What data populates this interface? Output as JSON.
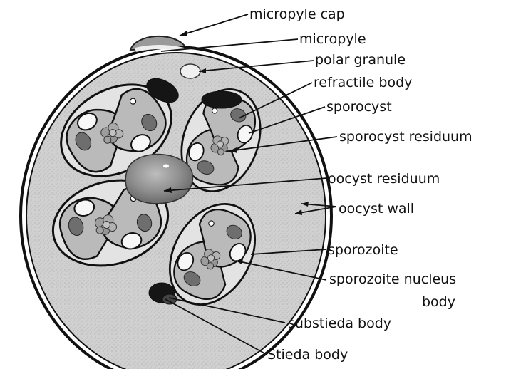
{
  "labels": {
    "micropyle_cap": "micropyle  cap",
    "micropyle": "micropyle",
    "polar_granule": "polar granule",
    "refractile_body": "refractile body",
    "sporocyst": "sporocyst",
    "sporocyst_residuum": "sporocyst residuum",
    "oocyst_residuum": "oocyst residuum",
    "oocyst_wall": "oocyst wall",
    "sporozoite": "sporozoite",
    "sporozoite_nucleus_line1": "sporozoite nucleus",
    "sporozoite_nucleus_line2": "body",
    "substieda_body": "substieda body",
    "stieda_body": "Stieda body"
  },
  "colors": {
    "outline": "#111111",
    "oocyst_fill": "#d2d2d2",
    "sporocyst_fill": "#e3e3e3",
    "sporozoite_fill": "#b9b9b9",
    "nucleus_fill": "#6e6e6e",
    "residuum_fill": "#8a8a8a",
    "refractile_fill": "#151515",
    "cap_fill": "#9a9a9a"
  }
}
